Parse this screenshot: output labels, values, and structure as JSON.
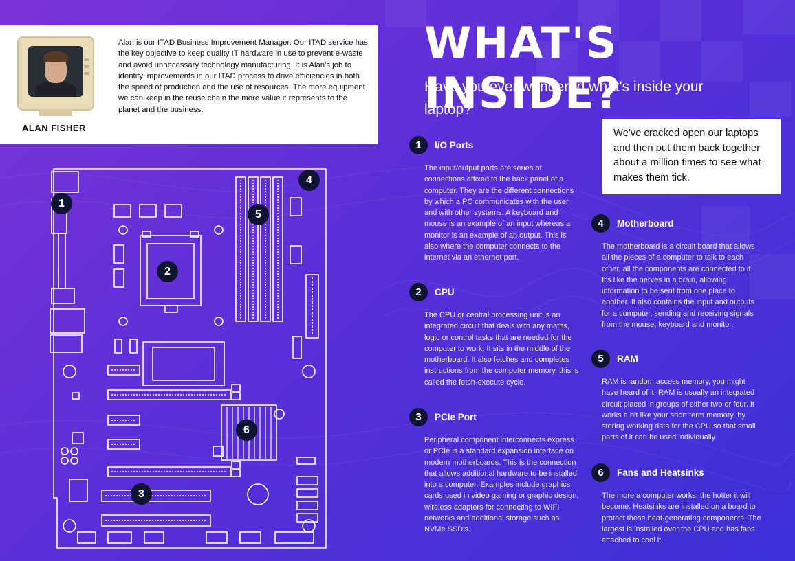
{
  "title": "WHAT'S INSIDE?",
  "subtitle": "Have you ever wondered what's inside your laptop?",
  "callout": "We've cracked open our laptops and then put them back together about a million times to see what makes them tick.",
  "profile": {
    "name": "ALAN FISHER",
    "bio": "Alan is our ITAD Business Improvement Manager. Our ITAD service has the key objective to keep quality IT hardware in use to prevent e-waste and avoid unnecessary technology manufacturing.  It is Alan's job to identify improvements in our ITAD process to drive efficiencies in both the speed of production and the use of resources. The more equipment we can keep in the reuse chain the more value it represents to the planet and the business."
  },
  "sections": [
    {
      "num": "1",
      "title": "I/O Ports",
      "body": "The input/output ports are series of connections affixed to the back panel of a computer. They are the different connections by which a PC communicates with the user and with other systems.  A keyboard and mouse is an example of an input whereas a monitor is an example of an output. This is also where the computer connects to the internet via an ethernet port."
    },
    {
      "num": "2",
      "title": "CPU",
      "body": "The CPU or central processing unit is an integrated circuit that deals with any maths, logic or control tasks that are needed for the computer to work. It sits in the middle of the motherboard. It also fetches and completes instructions from the computer memory, this is called the fetch-execute cycle."
    },
    {
      "num": "3",
      "title": "PCIe Port",
      "body": "Peripheral component interconnects express or PCIe is a standard expansion interface on modern motherboards. This is the connection that allows additional hardware to be installed into a computer. Examples include graphics cards used in video gaming or graphic design, wireless adapters for connecting to WIFI networks and additional storage such as NVMe SSD's."
    },
    {
      "num": "4",
      "title": "Motherboard",
      "body": "The motherboard is a circuit board that allows all the pieces of a computer to talk to each other, all the components are connected to it. It's like the nerves in a brain, allowing information to be sent from one place to another. It also contains the input and outputs for a computer, sending and receiving signals from the mouse, keyboard and monitor."
    },
    {
      "num": "5",
      "title": "RAM",
      "body": "RAM is random access memory, you might have heard of it. RAM is usually an integrated circuit placed in groups of either two or four.  It works a bit like your short term memory, by storing working data for the CPU so that small parts of it can be used individually."
    },
    {
      "num": "6",
      "title": "Fans and Heatsinks",
      "body": "The more a computer works, the hotter it will become. Heatsinks are installed on a board to protect these heat-generating components. The largest is installed over the CPU and has fans attached to cool it."
    }
  ],
  "diagram_labels": [
    "1",
    "2",
    "3",
    "4",
    "5",
    "6"
  ]
}
